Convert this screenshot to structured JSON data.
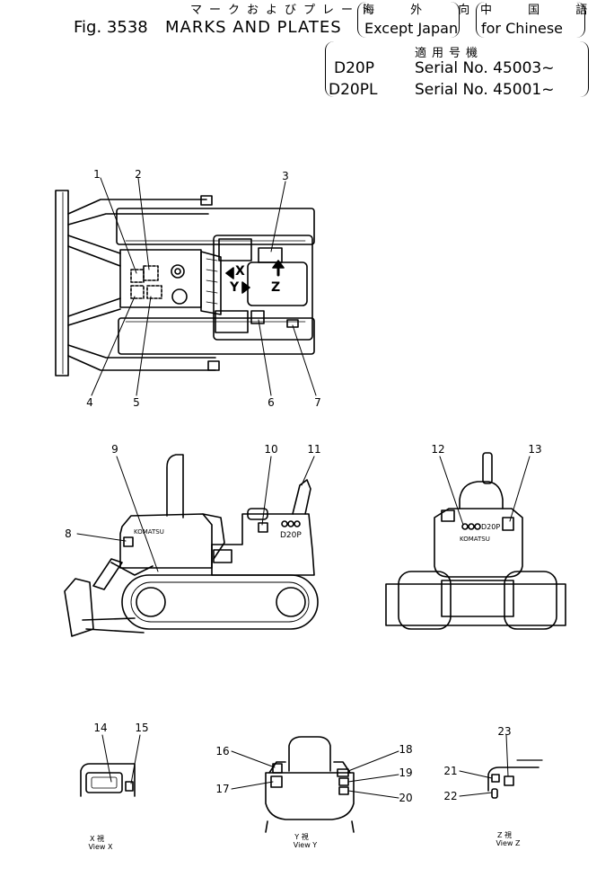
{
  "header": {
    "fig_number": "Fig. 3538",
    "title_jp": "マークおよびプレート",
    "title": "MARKS AND PLATES",
    "except_jp": "海 外 向",
    "except": "Except Japan",
    "chinese_jp": "中 国 語",
    "chinese": "for Chinese",
    "applicable_jp": "適用号機",
    "models": [
      {
        "model": "D20P",
        "serial": "Serial No. 45003~"
      },
      {
        "model": "D20PL",
        "serial": "Serial No. 45001~"
      }
    ]
  },
  "callouts": [
    "1",
    "2",
    "3",
    "4",
    "5",
    "6",
    "7",
    "8",
    "9",
    "10",
    "11",
    "12",
    "13",
    "14",
    "15",
    "16",
    "17",
    "18",
    "19",
    "20",
    "21",
    "22",
    "23"
  ],
  "view_markers": {
    "x": "X",
    "y": "Y",
    "z": "Z"
  },
  "plate_text": {
    "brand": "KOMATSU",
    "model": "D20P",
    "brand_short": "KOMATSU"
  },
  "views": {
    "x": {
      "jp": "X 視",
      "label": "View X"
    },
    "y": {
      "jp": "Y 視",
      "label": "View Y"
    },
    "z": {
      "jp": "Z 視",
      "label": "View Z"
    }
  }
}
